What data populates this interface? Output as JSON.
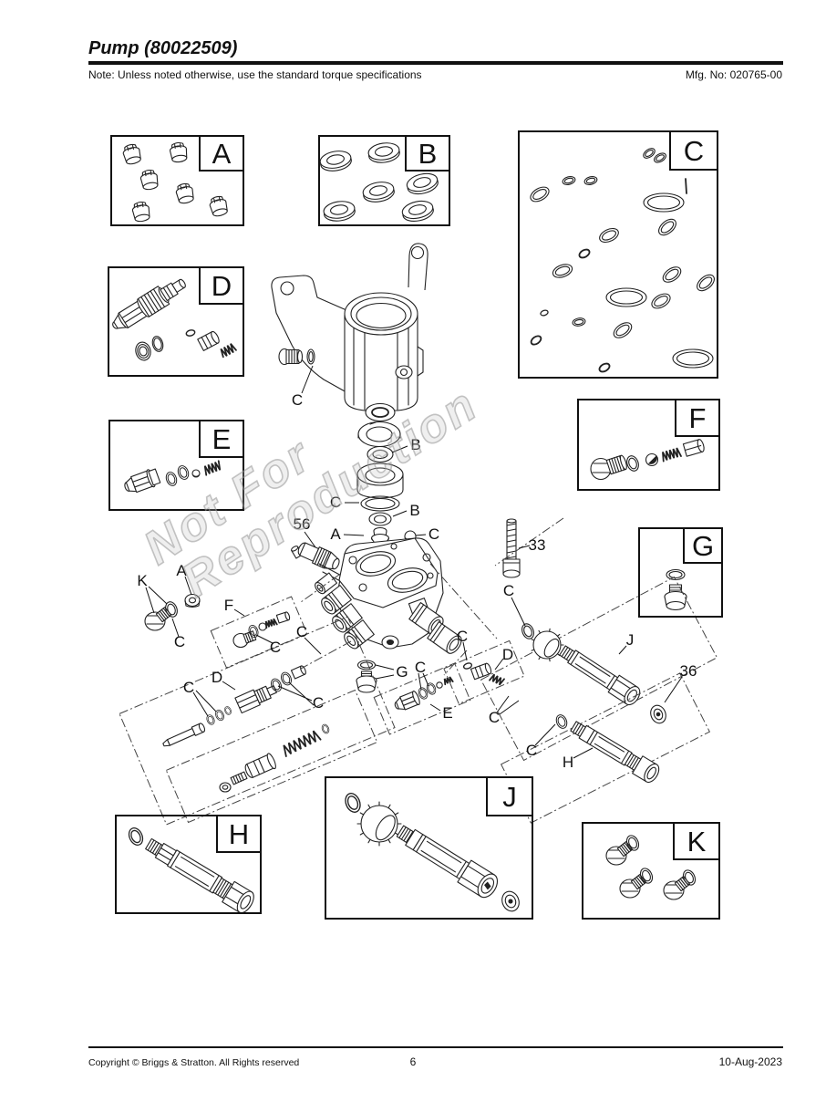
{
  "header": {
    "title": "Pump (80022509)",
    "note": "Note: Unless noted otherwise, use the standard torque specifications",
    "mfg_no": "Mfg. No: 020765-00"
  },
  "footer": {
    "copyright": "Copyright © Briggs & Stratton. All Rights reserved",
    "page": "6",
    "date": "10-Aug-2023"
  },
  "watermark": {
    "line1": "Not For",
    "line2": "Reproduction"
  },
  "groups": {
    "a": "A",
    "b": "B",
    "c": "C",
    "d": "D",
    "e": "E",
    "f": "F",
    "g": "G",
    "h": "H",
    "j": "J",
    "k": "K"
  },
  "callouts": [
    "C",
    "B",
    "C",
    "B",
    "56",
    "A",
    "C",
    "33",
    "A",
    "K",
    "F",
    "C",
    "C",
    "C",
    "D",
    "C",
    "C",
    "C",
    "C",
    "D",
    "J",
    "G",
    "C",
    "36",
    "E",
    "C",
    "C",
    "H"
  ]
}
